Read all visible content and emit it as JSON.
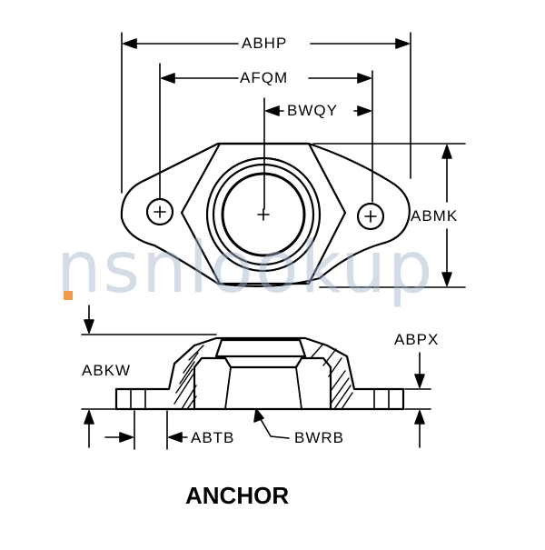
{
  "labels": {
    "abhp": "ABHP",
    "afqm": "AFQM",
    "bwqy": "BWQY",
    "abmk": "ABMK",
    "abpx": "ABPX",
    "abkw": "ABKW",
    "abtb": "ABTB",
    "bwrb": "BWRB"
  },
  "title": "ANCHOR",
  "watermark": {
    "text": "nsnlookup",
    "color": "#9fb3cc",
    "dot_color": "#f39a4a"
  }
}
